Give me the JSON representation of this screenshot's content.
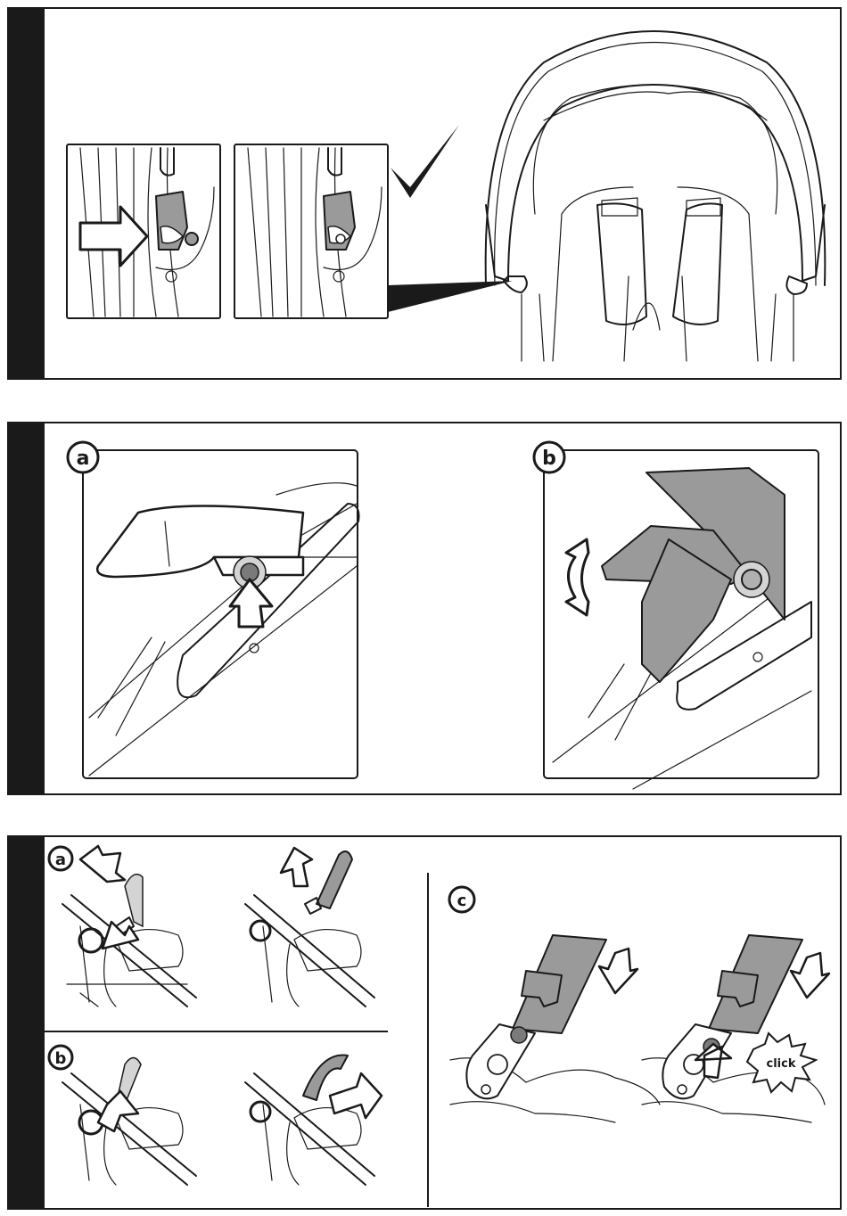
{
  "step2": {
    "label_a": "a",
    "label_b": "b"
  },
  "step3": {
    "label_a": "a",
    "label_b": "b",
    "label_c": "c",
    "click_text": "click"
  },
  "icons": [
    "checkmark-icon",
    "push-arrow-icon",
    "rotate-arrow-icon",
    "click-burst-icon"
  ]
}
